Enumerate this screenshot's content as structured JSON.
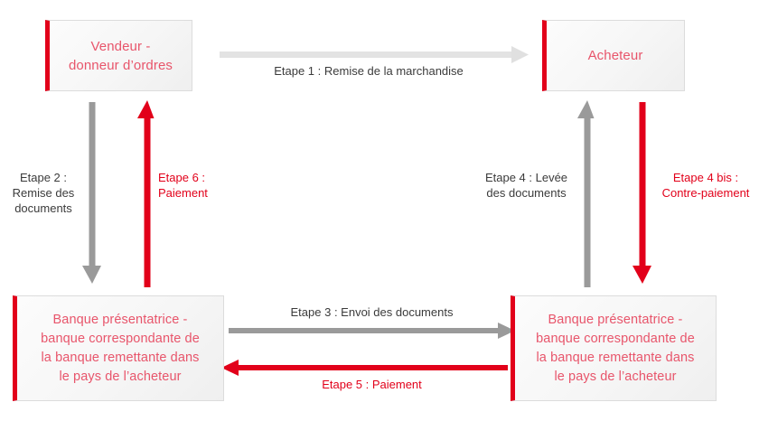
{
  "colors": {
    "red": "#e2001a",
    "node_text_red": "#e8556b",
    "grey_arrow": "#8c8c8c",
    "light_grey_arrow": "#e0e0e0",
    "label_grey": "#3b3b3b",
    "node_bg": "#f6f6f6",
    "node_border": "#dcdcdc"
  },
  "nodes": {
    "seller": {
      "label": "Vendeur -\ndonneur d’ordres"
    },
    "buyer": {
      "label": "Acheteur"
    },
    "presenting_bank_left": {
      "label": "Banque présentatrice -\nbanque correspondante de\nla banque remettante dans\nle pays de l’acheteur"
    },
    "presenting_bank_right": {
      "label": "Banque présentatrice -\nbanque correspondante de\nla banque remettante dans\nle pays de l’acheteur"
    }
  },
  "edges": {
    "step1": {
      "label": "Etape 1 : Remise de la marchandise",
      "color": "grey"
    },
    "step2": {
      "label": "Etape 2 :\nRemise des\ndocuments",
      "color": "grey"
    },
    "step3": {
      "label": "Etape 3 : Envoi des documents",
      "color": "grey"
    },
    "step4": {
      "label": "Etape 4 : Levée\ndes documents",
      "color": "grey"
    },
    "step4bis": {
      "label": "Etape 4 bis :\nContre-paiement",
      "color": "red"
    },
    "step5": {
      "label": "Etape 5 : Paiement",
      "color": "red"
    },
    "step6": {
      "label": "Etape 6 :\nPaiement",
      "color": "red"
    }
  }
}
